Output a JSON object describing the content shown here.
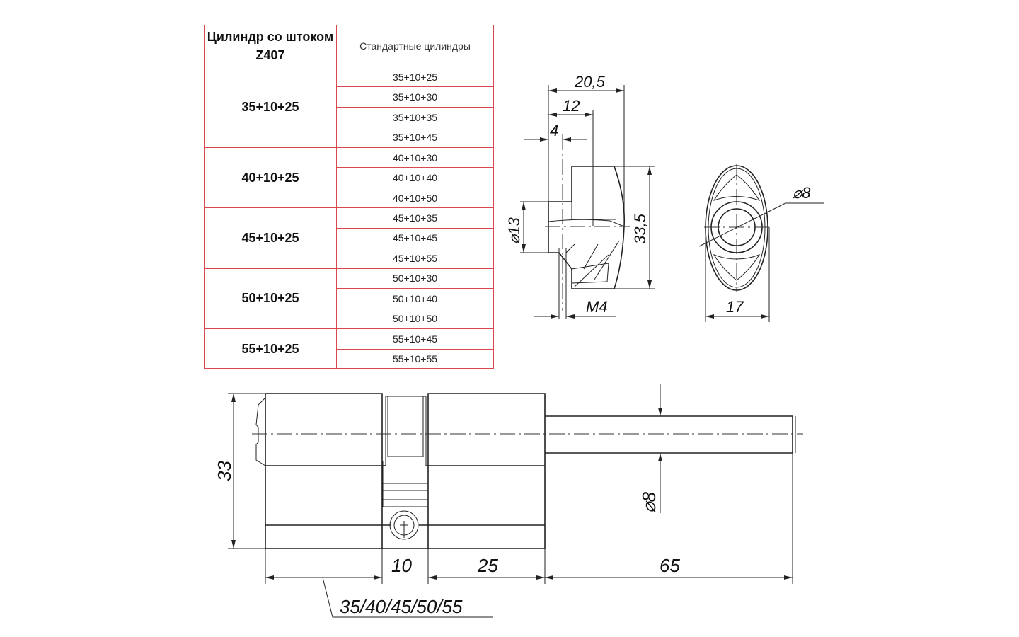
{
  "table": {
    "header_left": "Цилиндр со штоком Z407",
    "header_right": "Стандартные цилиндры",
    "groups": [
      {
        "label": "35+10+25",
        "items": [
          "35+10+25",
          "35+10+30",
          "35+10+35",
          "35+10+45"
        ]
      },
      {
        "label": "40+10+25",
        "items": [
          "40+10+30",
          "40+10+40",
          "40+10+50"
        ]
      },
      {
        "label": "45+10+25",
        "items": [
          "45+10+35",
          "45+10+45",
          "45+10+55"
        ]
      },
      {
        "label": "50+10+25",
        "items": [
          "50+10+30",
          "50+10+40",
          "50+10+50"
        ]
      },
      {
        "label": "55+10+25",
        "items": [
          "55+10+45",
          "55+10+55"
        ]
      }
    ],
    "border_color": "#d9474f"
  },
  "side_view": {
    "dim_width": "20,5",
    "dim_12": "12",
    "dim_4": "4",
    "dim_diam13": "⌀13",
    "dim_height": "33,5",
    "dim_thread": "M4"
  },
  "front_view": {
    "dim_diam8": "⌀8",
    "dim_width": "17"
  },
  "cylinder_view": {
    "dim_height": "33",
    "dim_middle": "10",
    "dim_right": "25",
    "dim_stem": "65",
    "dim_stem_diam": "⌀8",
    "dim_left_options": "35/40/45/50/55"
  }
}
